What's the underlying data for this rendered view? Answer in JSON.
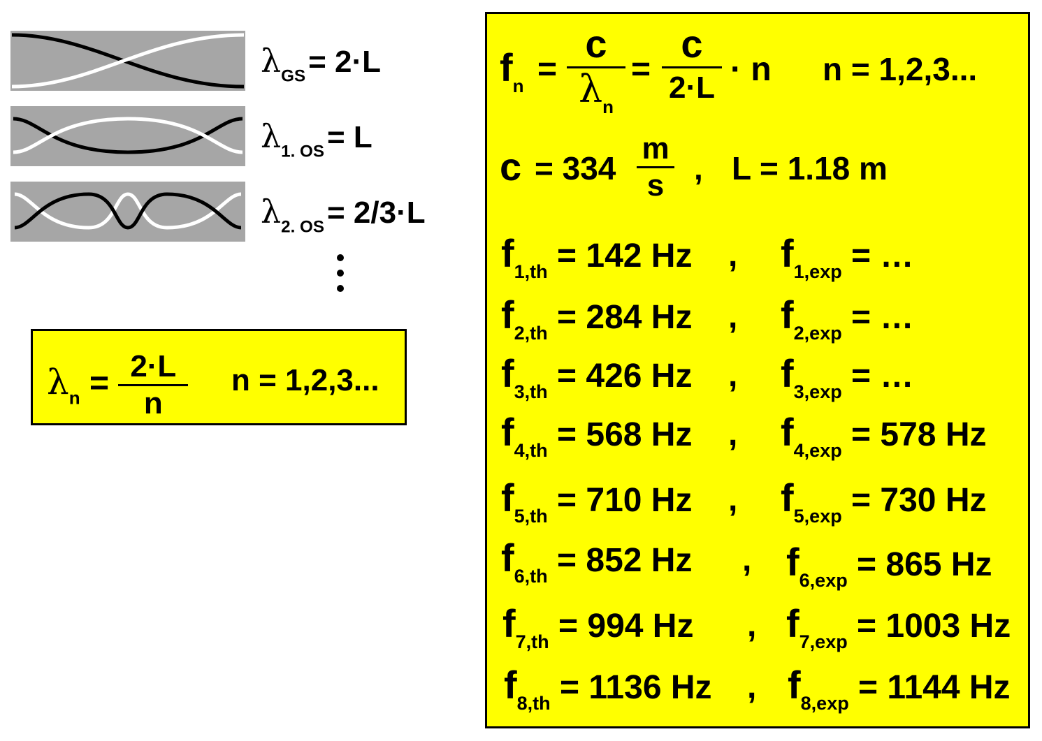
{
  "modes": [
    {
      "symbol": "λ",
      "sub": "GS",
      "value": "= 2·L"
    },
    {
      "symbol": "λ",
      "sub": "1. OS",
      "value": "= L"
    },
    {
      "symbol": "λ",
      "sub": "2. OS",
      "value": "= 2/3·L"
    }
  ],
  "left_formula": {
    "symbol": "λ",
    "sub": "n",
    "eq": "=",
    "numerator": "2·L",
    "denominator": "n",
    "range": "n = 1,2,3..."
  },
  "right_box": {
    "formula": {
      "lhs": "f",
      "lhs_sub": "n",
      "eq1": "=",
      "frac1_num": "c",
      "frac1_den_sym": "λ",
      "frac1_den_sub": "n",
      "eq2": "=",
      "frac2_num": "c",
      "frac2_den": "2·L",
      "times_n": "· n",
      "range": "n = 1,2,3..."
    },
    "constants": {
      "c_label": "c",
      "c_eq": "= 334",
      "unit_num": "m",
      "unit_den": "s",
      "sep": ",",
      "L_text": "L = 1.18 m"
    },
    "rows": [
      {
        "th_sub": "1,th",
        "th_value": "= 142 Hz",
        "exp_sub": "1,exp",
        "exp_value": "= …"
      },
      {
        "th_sub": "2,th",
        "th_value": "= 284 Hz",
        "exp_sub": "2,exp",
        "exp_value": "= …"
      },
      {
        "th_sub": "3,th",
        "th_value": "= 426 Hz",
        "exp_sub": "3,exp",
        "exp_value": "= …"
      },
      {
        "th_sub": "4,th",
        "th_value": "= 568 Hz",
        "exp_sub": "4,exp",
        "exp_value": "= 578 Hz"
      },
      {
        "th_sub": "5,th",
        "th_value": "= 710 Hz",
        "exp_sub": "5,exp",
        "exp_value": "= 730 Hz"
      },
      {
        "th_sub": "6,th",
        "th_value": "= 852 Hz",
        "exp_sub": "6,exp",
        "exp_value": "= 865 Hz"
      },
      {
        "th_sub": "7,th",
        "th_value": "= 994 Hz",
        "exp_sub": "7,exp",
        "exp_value": "= 1003 Hz"
      },
      {
        "th_sub": "8,th",
        "th_value": "= 1136 Hz",
        "exp_sub": "8,exp",
        "exp_value": "= 1144 Hz"
      }
    ],
    "f_letter": "f",
    "comma": ","
  },
  "colors": {
    "highlight": "#ffff00",
    "mode_box": "#a6a6a6",
    "wave_dark": "#000000",
    "wave_light": "#ffffff"
  }
}
